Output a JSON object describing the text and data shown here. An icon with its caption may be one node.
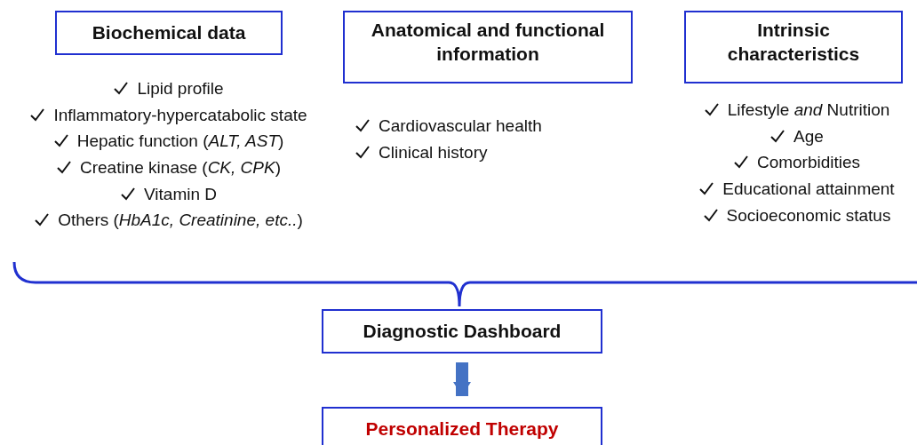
{
  "diagram": {
    "nodes": [
      {
        "text": [
          "Biochemical data"
        ],
        "beside": [
          "Lipid profile",
          "Inflammatory-hypercatabolic state",
          "Hepatic function (*ALT, AST*)",
          "Creatine kinase (*CK, CPK*)",
          "Vitamin D",
          "Others (*HbA1c, Creatinine, etc..*)"
        ]
      },
      {
        "text": [
          "Anatomical and functional information"
        ],
        "beside": [
          "Cardiovascular health",
          "Clinical history"
        ]
      },
      {
        "text": [
          "Intrinsic characteristics"
        ],
        "beside": [
          "Lifestyle *and* Nutrition",
          "Age",
          "Comorbidities",
          "Educational attainment",
          "Socioeconomic status"
        ]
      },
      {
        "text": [
          "Diagnostic Dashboard"
        ]
      },
      {
        "text": [
          "Personalized Therapy"
        ]
      }
    ],
    "edges": [
      {
        "from": 3,
        "to": 4,
        "arrow": "to"
      }
    ]
  }
}
